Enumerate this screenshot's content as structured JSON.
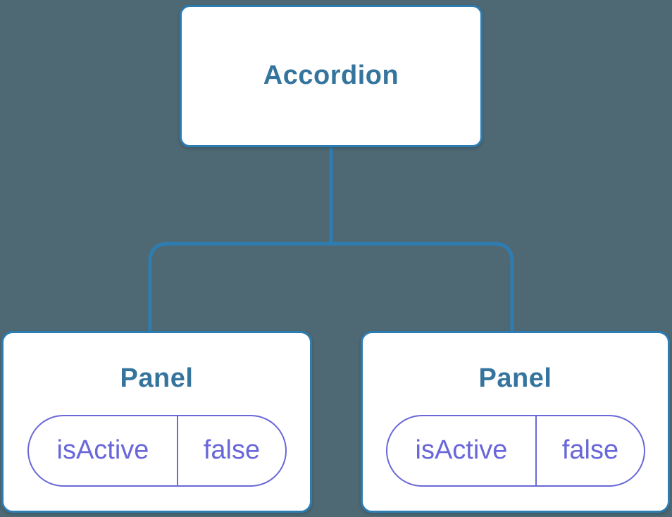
{
  "diagram": {
    "description": "Component tree: Accordion parent with two Panel children, each holding local state isActive = false",
    "root": {
      "label": "Accordion"
    },
    "children": [
      {
        "label": "Panel",
        "state": {
          "key": "isActive",
          "value": "false"
        }
      },
      {
        "label": "Panel",
        "state": {
          "key": "isActive",
          "value": "false"
        }
      }
    ]
  },
  "colors": {
    "bg": "#4E6973",
    "line": "#2E7DB2",
    "title": "#35749D",
    "pill": "#6967D9",
    "box-fill": "#FFFFFF"
  }
}
